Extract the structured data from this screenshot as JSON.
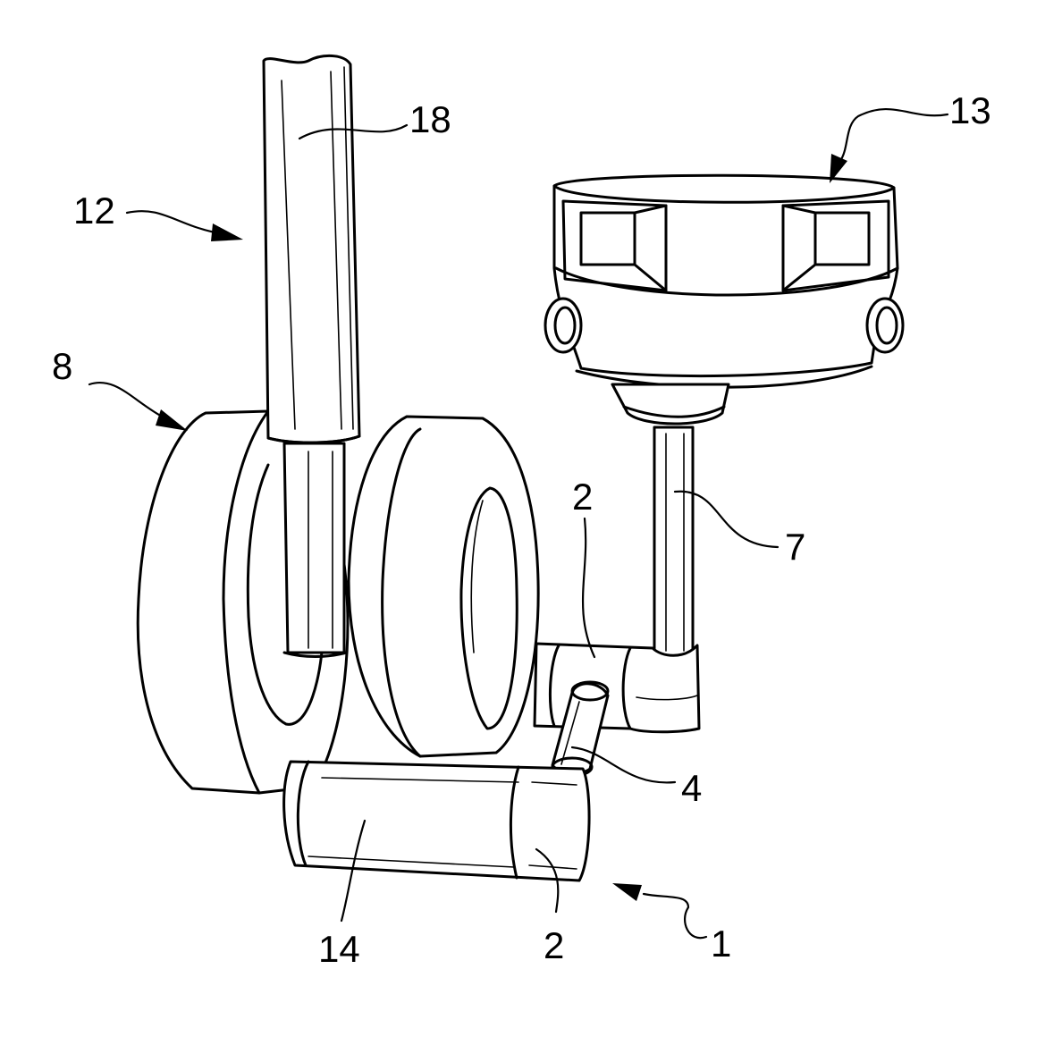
{
  "reference_numerals": {
    "n1": "1",
    "n2_upper": "2",
    "n2_lower": "2",
    "n4": "4",
    "n7": "7",
    "n8": "8",
    "n12": "12",
    "n13": "13",
    "n14": "14",
    "n18": "18"
  }
}
